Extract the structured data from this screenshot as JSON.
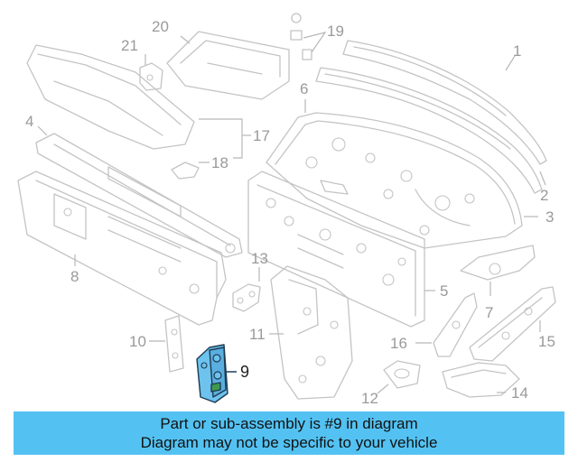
{
  "diagram": {
    "highlighted_part": "9",
    "highlight_color": "#6dc3ee",
    "callouts": {
      "p1": "1",
      "p2": "2",
      "p3": "3",
      "p4": "4",
      "p5": "5",
      "p6": "6",
      "p7": "7",
      "p8": "8",
      "p9": "9",
      "p10": "10",
      "p11": "11",
      "p12": "12",
      "p13": "13",
      "p14": "14",
      "p15": "15",
      "p16": "16",
      "p17": "17",
      "p18": "18",
      "p19": "19",
      "p20": "20",
      "p21": "21"
    }
  },
  "banner": {
    "line1": "Part or sub-assembly is #9 in diagram",
    "line2": "Diagram may not be specific to your vehicle",
    "background": "#53c2f2"
  }
}
